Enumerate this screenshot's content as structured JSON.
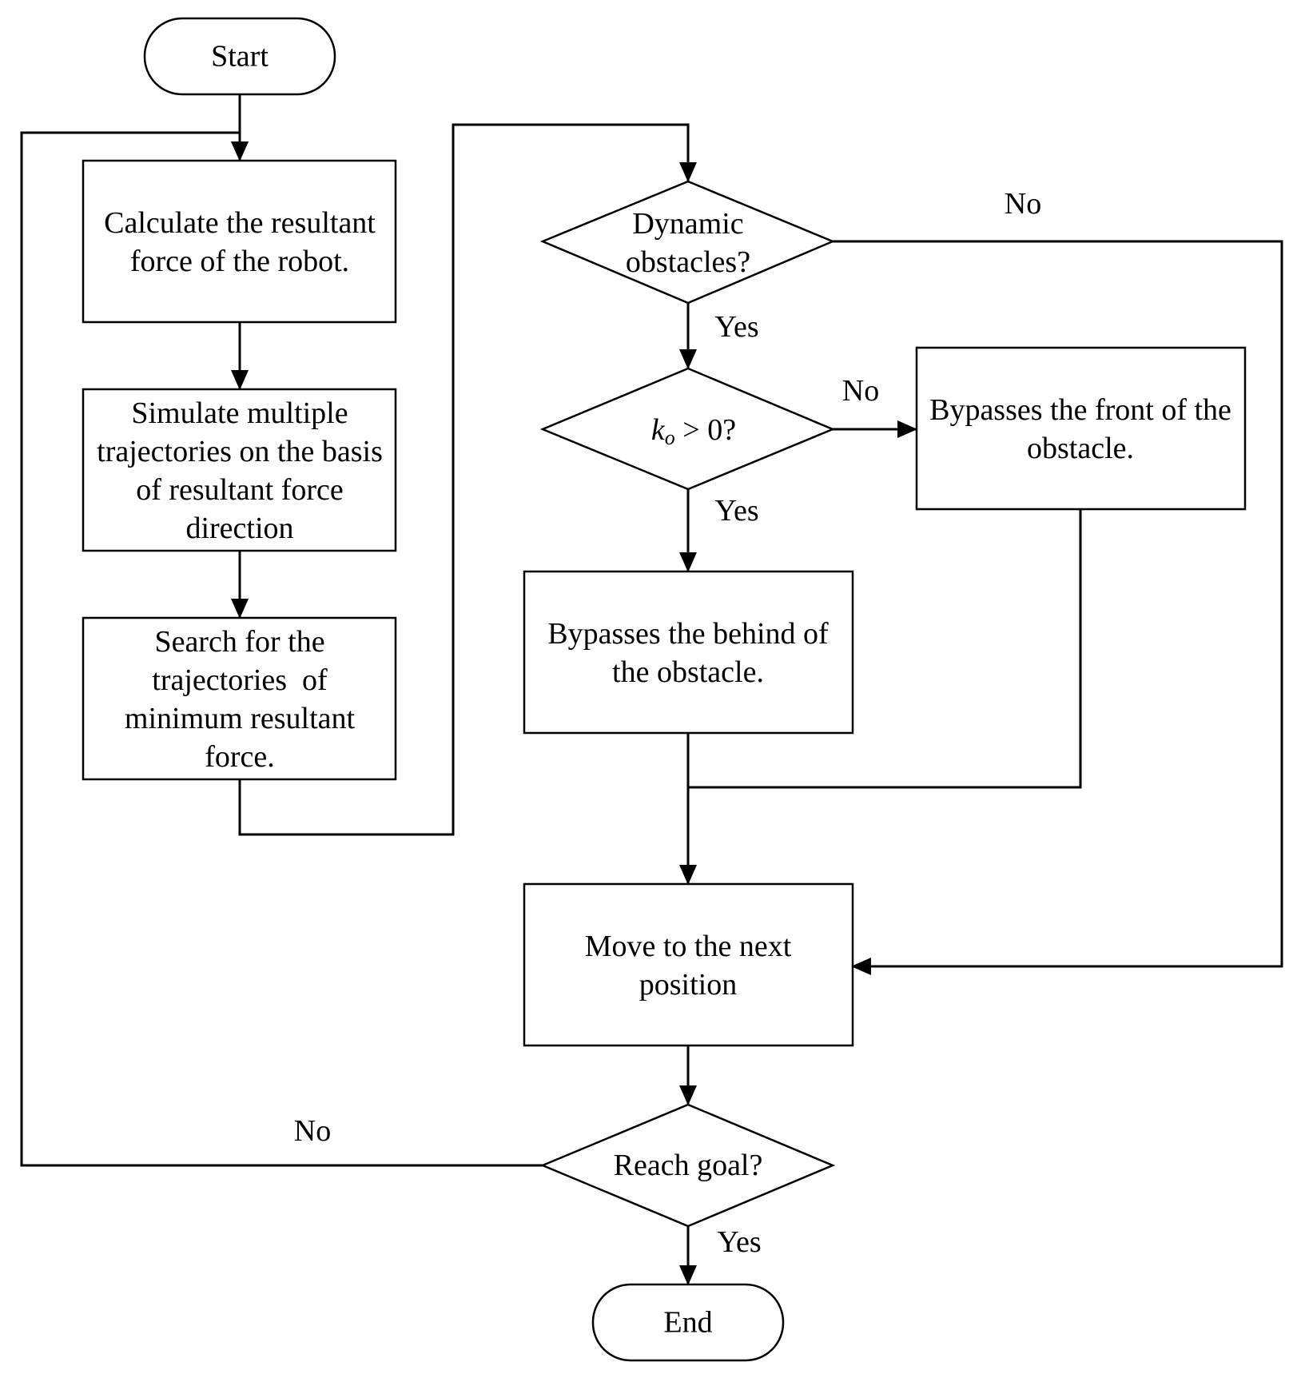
{
  "nodes": {
    "start": {
      "lines": [
        "Start"
      ]
    },
    "calc_force": {
      "lines": [
        "Calculate the resultant",
        "force of the robot."
      ]
    },
    "simulate": {
      "lines": [
        "Simulate multiple",
        "trajectories on the basis",
        "of resultant force",
        "direction"
      ]
    },
    "search": {
      "lines": [
        "Search for the",
        "trajectories  of",
        "minimum resultant",
        "force."
      ]
    },
    "dynamic": {
      "lines": [
        "Dynamic",
        "obstacles?"
      ]
    },
    "ko": {
      "var": "k",
      "sub": "o",
      "rest": " > 0?"
    },
    "front": {
      "lines": [
        "Bypasses the front of the",
        "obstacle."
      ]
    },
    "behind": {
      "lines": [
        "Bypasses the behind of",
        "the obstacle."
      ]
    },
    "move": {
      "lines": [
        "Move to the next",
        "position"
      ]
    },
    "goal": {
      "lines": [
        "Reach goal?"
      ]
    },
    "end": {
      "lines": [
        "End"
      ]
    }
  },
  "edge_labels": {
    "dynamic_no": "No",
    "dynamic_yes": "Yes",
    "ko_no": "No",
    "ko_yes": "Yes",
    "goal_no": "No",
    "goal_yes": "Yes"
  }
}
